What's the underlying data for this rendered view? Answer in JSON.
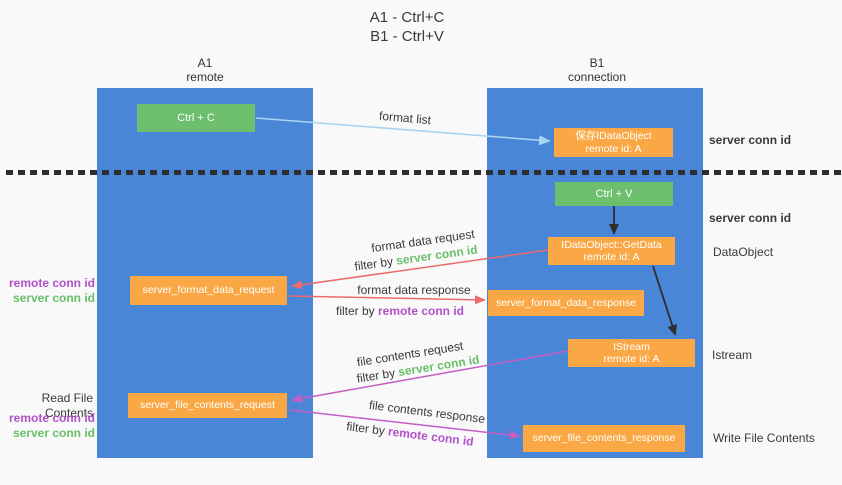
{
  "title": {
    "line1": "A1 - Ctrl+C",
    "line2": "B1 - Ctrl+V"
  },
  "lanes": {
    "a1": {
      "name": "A1",
      "subtitle": "remote"
    },
    "b1": {
      "name": "B1",
      "subtitle": "connection"
    }
  },
  "nodes": {
    "ctrl_c": {
      "label": "Ctrl + C"
    },
    "save_idataobject": {
      "line1": "保存IDataObject",
      "line2": "remote id: A"
    },
    "ctrl_v": {
      "label": "Ctrl + V"
    },
    "getdata": {
      "line1": "IDataObject::GetData",
      "line2": "remote id: A"
    },
    "format_request": {
      "label": "server_format_data_request"
    },
    "format_response": {
      "label": "server_format_data_response"
    },
    "istream": {
      "line1": "IStream",
      "line2": "remote id: A"
    },
    "file_request": {
      "label": "server_file_contents_request"
    },
    "file_response": {
      "label": "server_file_contents_response"
    }
  },
  "arrow_labels": {
    "format_list": "format list",
    "format_data_request": "format data request",
    "format_data_response": "format data response",
    "file_contents_request": "file contents request",
    "file_contents_response": "file contents response",
    "filter_by": "filter by ",
    "server_conn_id": "server conn id",
    "remote_conn_id": "remote conn id"
  },
  "side_labels": {
    "left": {
      "remote_conn_id": "remote conn id",
      "server_conn_id": "server conn id",
      "read_file_contents": "Read File Contents"
    },
    "right": {
      "server_conn_id": "server conn id",
      "dataobject": "DataObject",
      "istream": "Istream",
      "write_file_contents": "Write File Contents"
    }
  },
  "colors": {
    "lane_blue": "#4a86d8",
    "green_box": "#6dbf6e",
    "orange_box": "#f9a845",
    "green_text": "#6abf69",
    "purple_text": "#b152c9",
    "red_arrow": "#e96b6b",
    "magenta_arrow": "#c45ec4",
    "light_blue_arrow": "#a9d4f2",
    "black_arrow": "#2e2e2e",
    "background": "#f9f9f9",
    "text_dark": "#3a3a3a"
  }
}
